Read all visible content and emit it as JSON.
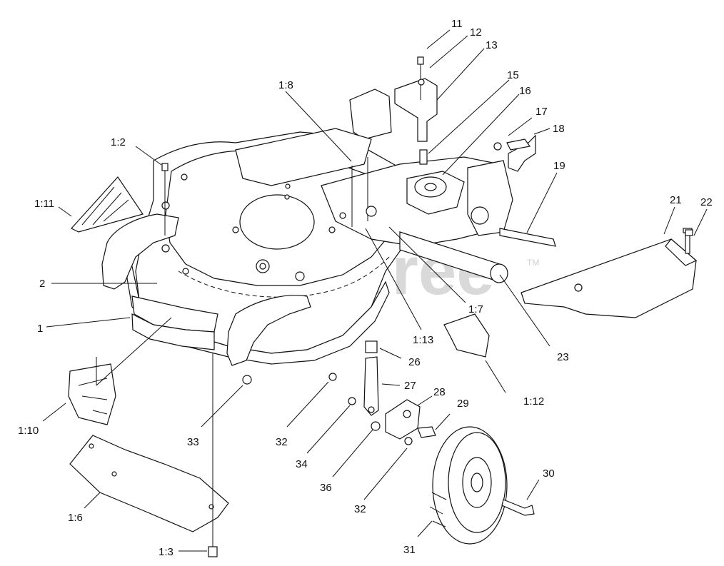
{
  "watermark": {
    "text": "PartsTree",
    "tm": "TM"
  },
  "callouts": [
    {
      "id": "c11",
      "text": "11"
    },
    {
      "id": "c12",
      "text": "12"
    },
    {
      "id": "c13",
      "text": "13"
    },
    {
      "id": "c15",
      "text": "15"
    },
    {
      "id": "c16",
      "text": "16"
    },
    {
      "id": "c17",
      "text": "17"
    },
    {
      "id": "c18",
      "text": "18"
    },
    {
      "id": "c19",
      "text": "19"
    },
    {
      "id": "c21",
      "text": "21"
    },
    {
      "id": "c22",
      "text": "22"
    },
    {
      "id": "c18b",
      "text": "1:8"
    },
    {
      "id": "c12b",
      "text": "1:2"
    },
    {
      "id": "c111",
      "text": "1:11"
    },
    {
      "id": "c2",
      "text": "2"
    },
    {
      "id": "c1",
      "text": "1"
    },
    {
      "id": "c17b",
      "text": "1:7"
    },
    {
      "id": "c113",
      "text": "1:13"
    },
    {
      "id": "c23",
      "text": "23"
    },
    {
      "id": "c26",
      "text": "26"
    },
    {
      "id": "c27",
      "text": "27"
    },
    {
      "id": "c112",
      "text": "1:12"
    },
    {
      "id": "c28",
      "text": "28"
    },
    {
      "id": "c29",
      "text": "29"
    },
    {
      "id": "c110",
      "text": "1:10"
    },
    {
      "id": "c33",
      "text": "33"
    },
    {
      "id": "c32a",
      "text": "32"
    },
    {
      "id": "c34",
      "text": "34"
    },
    {
      "id": "c36",
      "text": "36"
    },
    {
      "id": "c30",
      "text": "30"
    },
    {
      "id": "c16b",
      "text": "1:6"
    },
    {
      "id": "c32b",
      "text": "32"
    },
    {
      "id": "c31",
      "text": "31"
    },
    {
      "id": "c13b",
      "text": "1:3"
    }
  ]
}
